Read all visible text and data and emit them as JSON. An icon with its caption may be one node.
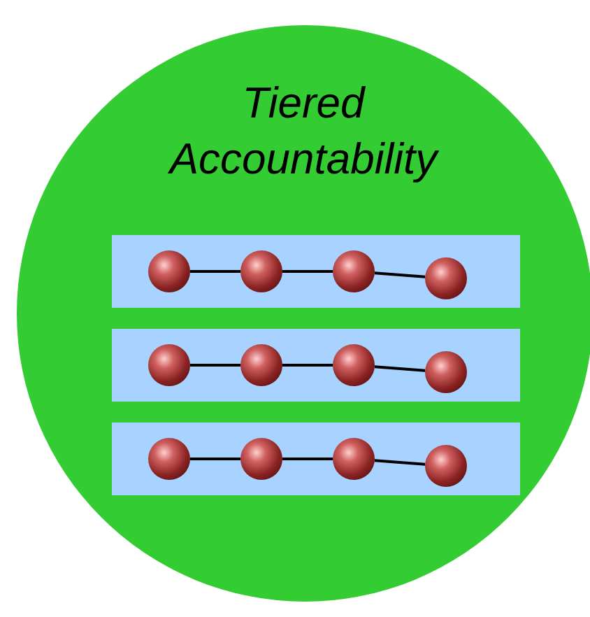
{
  "diagram": {
    "nodes": [
      {
        "text": [
          "Tiered Accountability"
        ]
      },
      {
        "text": [],
        "shape": "bar",
        "in": 0
      },
      {
        "text": [],
        "shape": "circle",
        "in": 1
      },
      {
        "text": [],
        "shape": "circle",
        "in": 1
      },
      {
        "text": [],
        "shape": "circle",
        "in": 1
      },
      {
        "text": [],
        "shape": "circle",
        "in": 1
      },
      {
        "text": [],
        "shape": "bar",
        "in": 0
      },
      {
        "text": [],
        "shape": "circle",
        "in": 6
      },
      {
        "text": [],
        "shape": "circle",
        "in": 6
      },
      {
        "text": [],
        "shape": "circle",
        "in": 6
      },
      {
        "text": [],
        "shape": "circle",
        "in": 6
      },
      {
        "text": [],
        "shape": "bar",
        "in": 0
      },
      {
        "text": [],
        "shape": "circle",
        "in": 11
      },
      {
        "text": [],
        "shape": "circle",
        "in": 11
      },
      {
        "text": [],
        "shape": "circle",
        "in": 11
      },
      {
        "text": [],
        "shape": "circle",
        "in": 11
      }
    ],
    "edges": [
      {
        "from": 2,
        "to": 3,
        "arrow": "none"
      },
      {
        "from": 3,
        "to": 4,
        "arrow": "none"
      },
      {
        "from": 4,
        "to": 5,
        "arrow": "none"
      },
      {
        "from": 7,
        "to": 8,
        "arrow": "none"
      },
      {
        "from": 8,
        "to": 9,
        "arrow": "none"
      },
      {
        "from": 9,
        "to": 10,
        "arrow": "none"
      },
      {
        "from": 12,
        "to": 13,
        "arrow": "none"
      },
      {
        "from": 13,
        "to": 14,
        "arrow": "none"
      },
      {
        "from": 14,
        "to": 15,
        "arrow": "none"
      }
    ]
  }
}
